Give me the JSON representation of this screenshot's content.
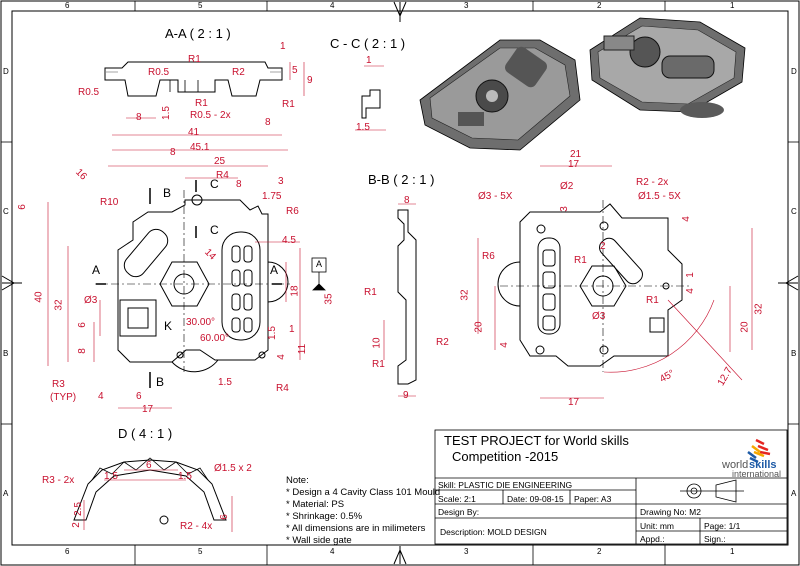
{
  "colors": {
    "dimension": "#c8102e",
    "line": "#000000",
    "shade": "#5a5a5a"
  },
  "border": {
    "top_zones": [
      "6",
      "5",
      "4",
      "3",
      "2",
      "1"
    ],
    "bottom_zones": [
      "6",
      "5",
      "4",
      "3",
      "2",
      "1"
    ],
    "side_zones": [
      "D",
      "C",
      "B",
      "A"
    ]
  },
  "views": {
    "aa": {
      "title": "A-A ( 2 : 1 )",
      "dims": [
        "R1",
        "1",
        "R0.5",
        "R2",
        "5",
        "9",
        "R0.5",
        "R1",
        "R1",
        "1.5",
        "R0.5 - 2x",
        "8",
        "8",
        "41",
        "45.1"
      ]
    },
    "cc": {
      "title": "C - C ( 2 : 1 )",
      "dims": [
        "1",
        "1.5"
      ]
    },
    "bb": {
      "title": "B-B ( 2 : 1 )",
      "dims": [
        "8",
        "R1",
        "10",
        "R2",
        "R1",
        "9"
      ]
    },
    "main": {
      "dims": [
        "16",
        "8",
        "25",
        "R4",
        "8",
        "3",
        "1.75",
        "R6",
        "R10",
        "6",
        "4.5",
        "40",
        "32",
        "Ø3",
        "6",
        "8",
        "14",
        "18",
        "35",
        "1.5",
        "30.00°",
        "60.00°",
        "1",
        "4",
        "11",
        "R4",
        "1.5",
        "R3",
        "(TYP)",
        "4",
        "6",
        "17"
      ],
      "section_labels": [
        "B",
        "C",
        "C",
        "A",
        "A",
        "K",
        "B"
      ],
      "datum": "A"
    },
    "right": {
      "dims": [
        "21",
        "17",
        "Ø2",
        "R2 - 2x",
        "Ø3 - 5X",
        "3",
        "Ø1.5 - 5X",
        "4",
        "2",
        "R6",
        "R1",
        "32",
        "20",
        "1",
        "4",
        "R1",
        "Ø3",
        "4",
        "20",
        "32",
        "45°",
        "12.7",
        "17"
      ]
    },
    "detail": {
      "title": "D ( 4 : 1 )",
      "dims": [
        "R3 - 2x",
        "1.5",
        "6",
        "1.5",
        "Ø1.5 x 2",
        "2",
        "2.5",
        "R2 - 4x",
        "6"
      ]
    }
  },
  "notes": {
    "heading": "Note:",
    "items": [
      "* Design a 4 Cavity Class 101 Mould",
      "* Material: PS",
      "* Shrinkage: 0.5%",
      "* All dimensions are in milimeters",
      "* Wall side gate"
    ]
  },
  "title_block": {
    "project_line1": "TEST PROJECT   for World skills",
    "project_line2": "Competition -2015",
    "logo_word1": "world",
    "logo_word2": "skills",
    "logo_word3": "international",
    "skill": "Skill: PLASTIC DIE ENGINEERING",
    "scale": "Scale: 2:1",
    "date": "Date: 09-08-15",
    "paper": "Paper: A3",
    "design_by": "Design By:",
    "drawing_no": "Drawing No: M2",
    "description": "Description: MOLD DESIGN",
    "unit": "Unit: mm",
    "page": "Page: 1/1",
    "appd": "Appd.:",
    "sign": "Sign.:"
  }
}
